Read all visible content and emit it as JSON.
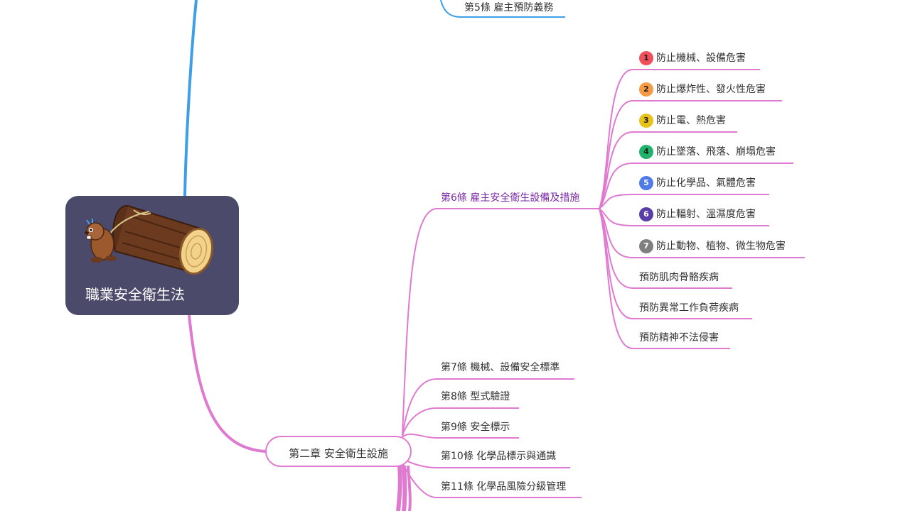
{
  "mindmap": {
    "root": {
      "title": "職業安全衛生法",
      "image": "beaver-pulling-log"
    },
    "top_item": {
      "label": "第5條  雇主預防義務"
    },
    "chapter": {
      "label": "第二章  安全衛生設施"
    },
    "article6": {
      "label": "第6條  雇主安全衛生設備及措施",
      "items": [
        {
          "label": "防止機械、設備危害",
          "badge": "1",
          "badge_color": "#f0505a"
        },
        {
          "label": "防止爆炸性、發火性危害",
          "badge": "2",
          "badge_color": "#f59a45"
        },
        {
          "label": "防止電、熱危害",
          "badge": "3",
          "badge_color": "#e8c21a"
        },
        {
          "label": "防止墜落、飛落、崩塌危害",
          "badge": "4",
          "badge_color": "#21b36b"
        },
        {
          "label": "防止化學品、氣體危害",
          "badge": "5",
          "badge_color": "#4f7be8"
        },
        {
          "label": "防止輻射、溫濕度危害",
          "badge": "6",
          "badge_color": "#5a3ea8"
        },
        {
          "label": "防止動物、植物、微生物危害",
          "badge": "7",
          "badge_color": "#7f7f7f"
        },
        {
          "label": "預防肌肉骨骼疾病"
        },
        {
          "label": "預防異常工作負荷疾病"
        },
        {
          "label": "預防精神不法侵害"
        }
      ]
    },
    "articles": [
      {
        "label": "第7條  機械、設備安全標準"
      },
      {
        "label": "第8條  型式驗證"
      },
      {
        "label": "第9條  安全標示"
      },
      {
        "label": "第10條  化學品標示與通識"
      },
      {
        "label": "第11條  化學品風險分級管理"
      }
    ],
    "colors": {
      "blue_branch": "#3d9fe8",
      "pink_branch": "#e07ad0",
      "root_bg": "#4b4a6b"
    }
  }
}
